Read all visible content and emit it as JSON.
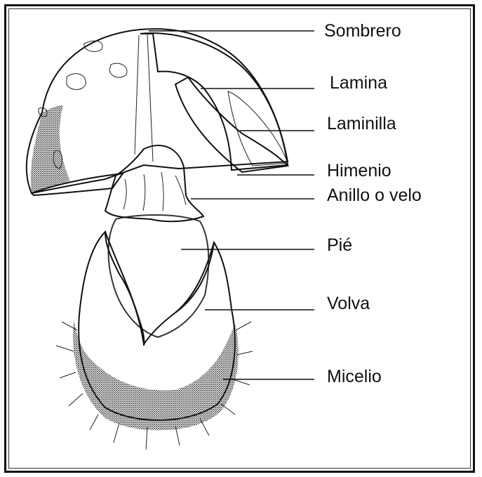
{
  "labels": {
    "sombrero": "Sombrero",
    "lamina": "Lamina",
    "laminilla": "Laminilla",
    "himenio": "Himenio",
    "anillo": "Anillo o velo",
    "pie": "Pié",
    "volva": "Volva",
    "micelio": "Micelio"
  },
  "colors": {
    "ink": "#111111",
    "paper": "#ffffff",
    "stipple": "#3a3a3a"
  }
}
